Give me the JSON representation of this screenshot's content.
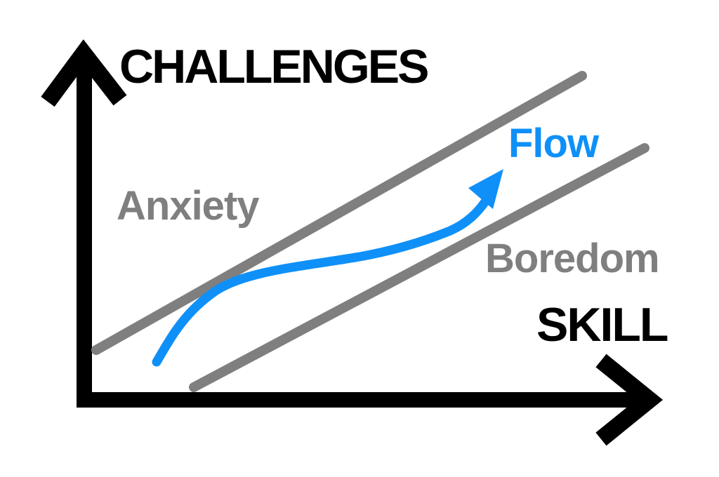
{
  "diagram": {
    "y_axis_label": "CHALLENGES",
    "x_axis_label": "SKILL",
    "anxiety_label": "Anxiety",
    "flow_label": "Flow",
    "boredom_label": "Boredom"
  },
  "colors": {
    "axis": "#000000",
    "channel": "#7f7f7f",
    "label_gray": "#7f7f7f",
    "flow": "#0f90f8",
    "background": "#ffffff"
  }
}
